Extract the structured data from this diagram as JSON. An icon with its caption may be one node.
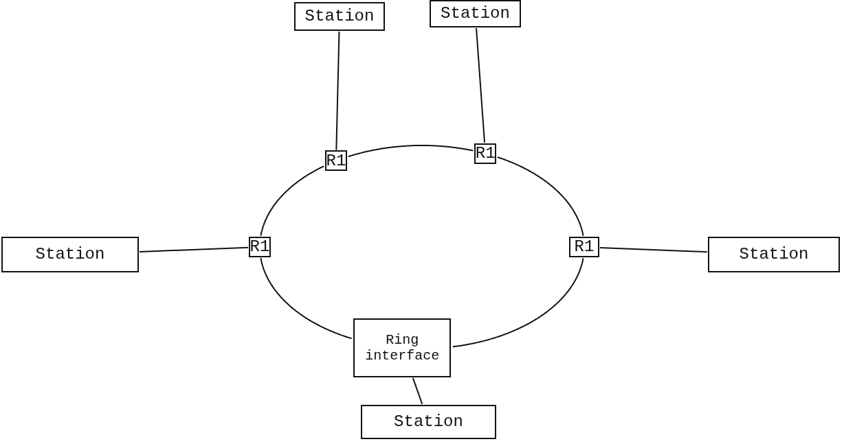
{
  "diagram": {
    "nodes": [
      {
        "text": [
          "Station"
        ]
      },
      {
        "text": [
          "Station"
        ]
      },
      {
        "text": [
          "R1"
        ]
      },
      {
        "text": [
          "R1"
        ]
      },
      {
        "text": [
          "Station"
        ]
      },
      {
        "text": [
          "R1"
        ]
      },
      {
        "text": [
          "R1"
        ]
      },
      {
        "text": [
          "Station"
        ]
      },
      {
        "text": [
          "Ring interface"
        ]
      },
      {
        "text": [
          "Station"
        ]
      }
    ],
    "edges": [
      {
        "from": 0,
        "to": 2,
        "arrow": "none"
      },
      {
        "from": 1,
        "to": 3,
        "arrow": "none"
      },
      {
        "from": 2,
        "to": 3,
        "arrow": "none"
      },
      {
        "from": 4,
        "to": 5,
        "arrow": "none"
      },
      {
        "from": 6,
        "to": 7,
        "arrow": "none"
      },
      {
        "from": 3,
        "to": 6,
        "arrow": "none"
      },
      {
        "from": 6,
        "to": 8,
        "arrow": "none"
      },
      {
        "from": 8,
        "to": 5,
        "arrow": "none"
      },
      {
        "from": 5,
        "to": 2,
        "arrow": "none"
      },
      {
        "from": 8,
        "to": 9,
        "arrow": "none"
      }
    ]
  }
}
